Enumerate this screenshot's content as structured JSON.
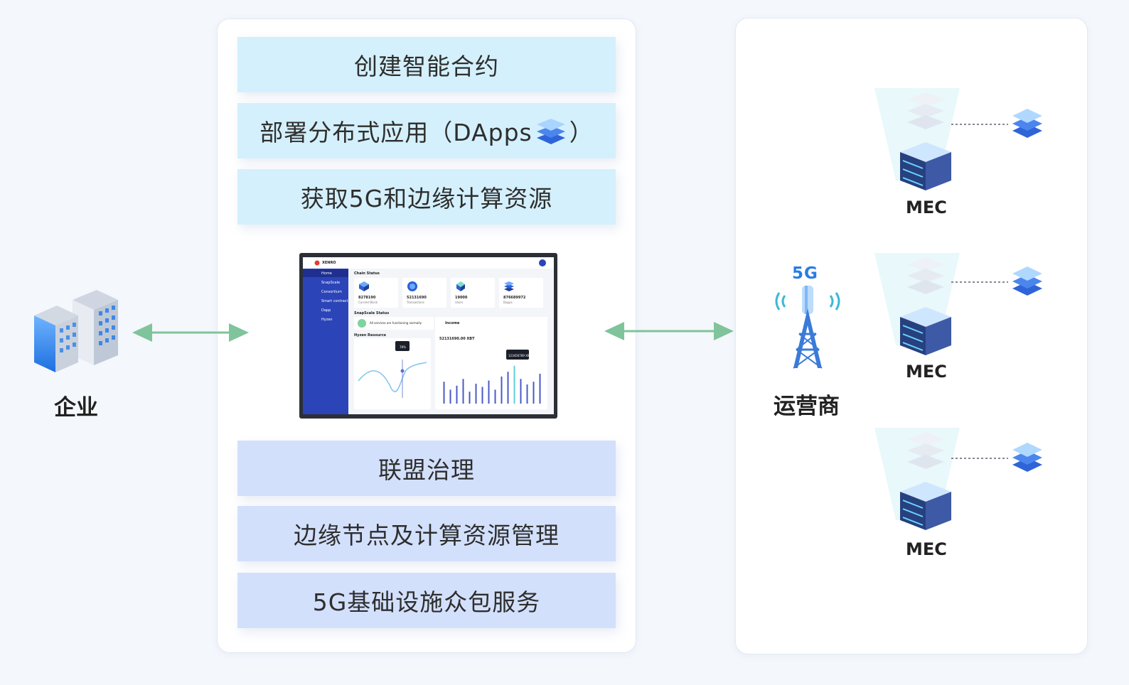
{
  "enterprise": {
    "label": "企业"
  },
  "operator": {
    "label": "运营商",
    "tower_text": "5G"
  },
  "top_bars": [
    {
      "label": "创建智能合约"
    },
    {
      "label": "部署分布式应用（DApps",
      "suffix": "）"
    },
    {
      "label": "获取5G和边缘计算资源"
    }
  ],
  "bottom_bars": [
    {
      "label": "联盟治理"
    },
    {
      "label": "边缘节点及计算资源管理"
    },
    {
      "label": "5G基础设施众包服务"
    }
  ],
  "mec_nodes": [
    {
      "label": "MEC"
    },
    {
      "label": "MEC"
    },
    {
      "label": "MEC"
    }
  ],
  "dashboard": {
    "brand": "XENRO",
    "nav": [
      "Home",
      "SnapScale",
      "Consortium",
      "Smart contract",
      "Dapp",
      "Hyzen"
    ],
    "chain_status_title": "Chain Status",
    "cards": [
      {
        "value": "8278190",
        "label": "Current Block"
      },
      {
        "value": "52131690",
        "label": "Transactions"
      },
      {
        "value": "19000",
        "label": "Users"
      },
      {
        "value": "876689972",
        "label": "Dapps"
      }
    ],
    "snapscale_title": "SnapScale Status",
    "snapscale_msg": "All services are functioning normally",
    "hyzen_title": "Hyzen Resource",
    "income_title": "Income",
    "income_value": "52131690.00 XBT",
    "tooltip_line": "78%",
    "tooltip_bar": "123456789 XBT",
    "income_bars": [
      0.55,
      0.35,
      0.45,
      0.62,
      0.3,
      0.5,
      0.42,
      0.58,
      0.35,
      0.68,
      0.8,
      0.95,
      0.62,
      0.48,
      0.55,
      0.75
    ]
  },
  "colors": {
    "top_bar_bg": "#d4f0fc",
    "bottom_bar_bg": "#d3e0fc",
    "arrow": "#7fc49a",
    "accent_blue": "#3d6bd6",
    "sidebar": "#2b44b8"
  }
}
